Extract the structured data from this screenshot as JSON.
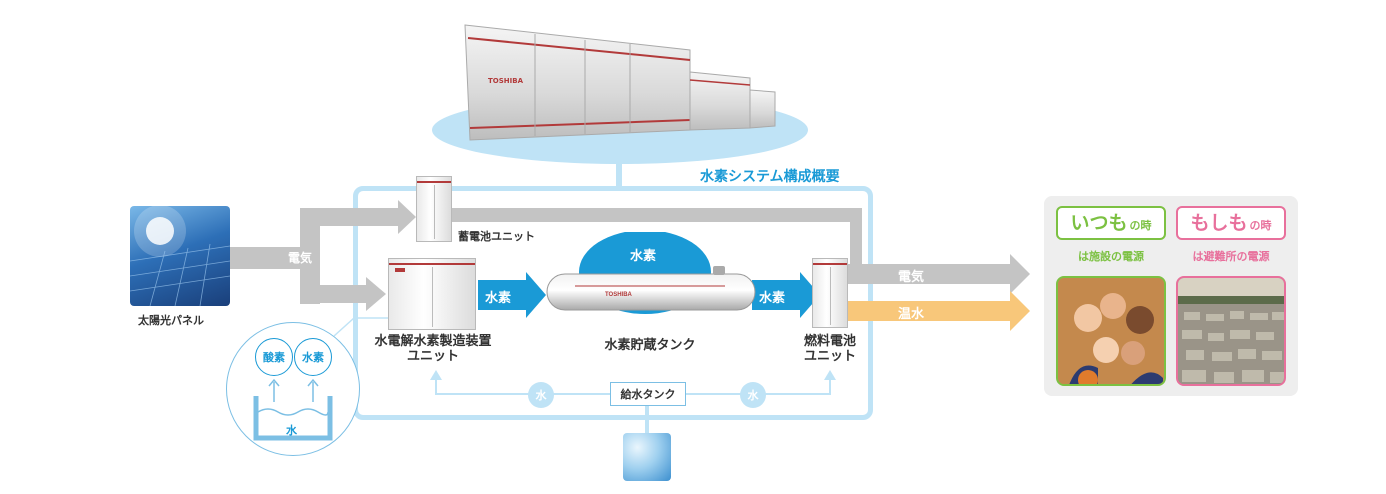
{
  "diagram": {
    "title": "水素システム構成概要",
    "labels": {
      "solar_panel": "太陽光パネル",
      "battery_unit": "蓄電池ユニット",
      "electrolyzer_line1": "水電解水素製造装置",
      "electrolyzer_line2": "ユニット",
      "tank": "水素貯蔵タンク",
      "fuel_cell_line1": "燃料電池",
      "fuel_cell_line2": "ユニット",
      "water_tank": "給水タンク"
    },
    "arrows": {
      "electricity_in": "電気",
      "hydrogen_1": "水素",
      "hydrogen_2": "水素",
      "electricity_out": "電気",
      "hot_water_out": "温水"
    },
    "bubble": "水素",
    "water_badges": [
      "水",
      "水"
    ],
    "inset": {
      "oxygen": "酸素",
      "hydrogen": "水素",
      "water": "水"
    },
    "brand": "TOSHIBA"
  },
  "panels": {
    "normal": {
      "head_main": "いつも",
      "head_small": "の時",
      "sub": "は施設の電源"
    },
    "emergency": {
      "head_main": "もしも",
      "head_small": "の時",
      "sub": "は避難所の電源"
    }
  },
  "colors": {
    "accent_blue": "#1a9ad6",
    "light_blue": "#bfe3f6",
    "arrow_gray": "#c4c4c4",
    "hot_water": "#f8c77a",
    "normal_green": "#7cc142",
    "emergency_pink": "#e8709c"
  }
}
